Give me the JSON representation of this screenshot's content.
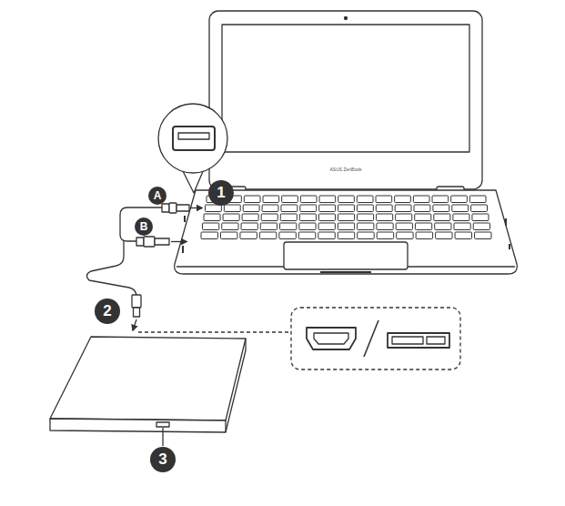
{
  "diagram": {
    "labels": [
      "ASUS ZenBook",
      "1",
      "A",
      "B",
      "2",
      "3"
    ]
  }
}
